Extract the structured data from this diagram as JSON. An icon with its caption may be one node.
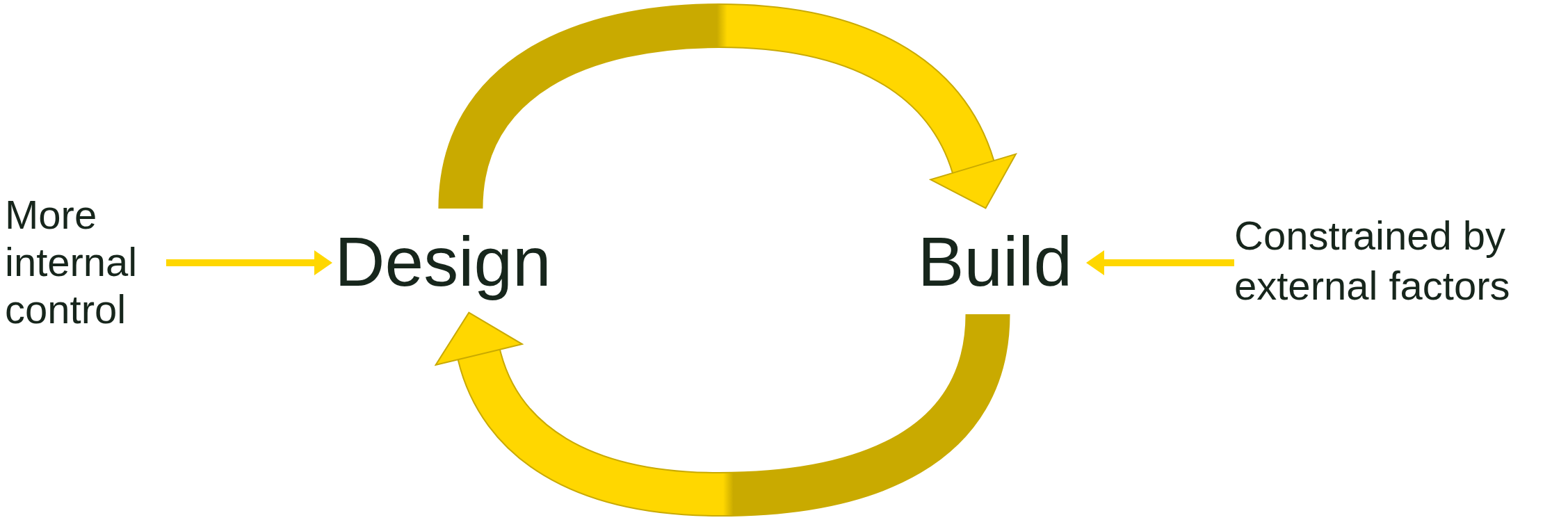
{
  "diagram": {
    "nodes": [
      {
        "text": [
          "More internal control"
        ]
      },
      {
        "text": [
          "Design"
        ]
      },
      {
        "text": [
          "Build"
        ]
      },
      {
        "text": [
          "Constrained by external factors"
        ]
      }
    ],
    "edges": [
      {
        "from": 0,
        "to": 1,
        "arrow": "to"
      },
      {
        "from": 3,
        "to": 2,
        "arrow": "to"
      },
      {
        "from": 1,
        "to": 2,
        "arrow": "to",
        "style": "thick",
        "color": "#c9aa00"
      },
      {
        "from": 2,
        "to": 1,
        "arrow": "to",
        "style": "thick",
        "color": "#c9aa00"
      }
    ]
  }
}
